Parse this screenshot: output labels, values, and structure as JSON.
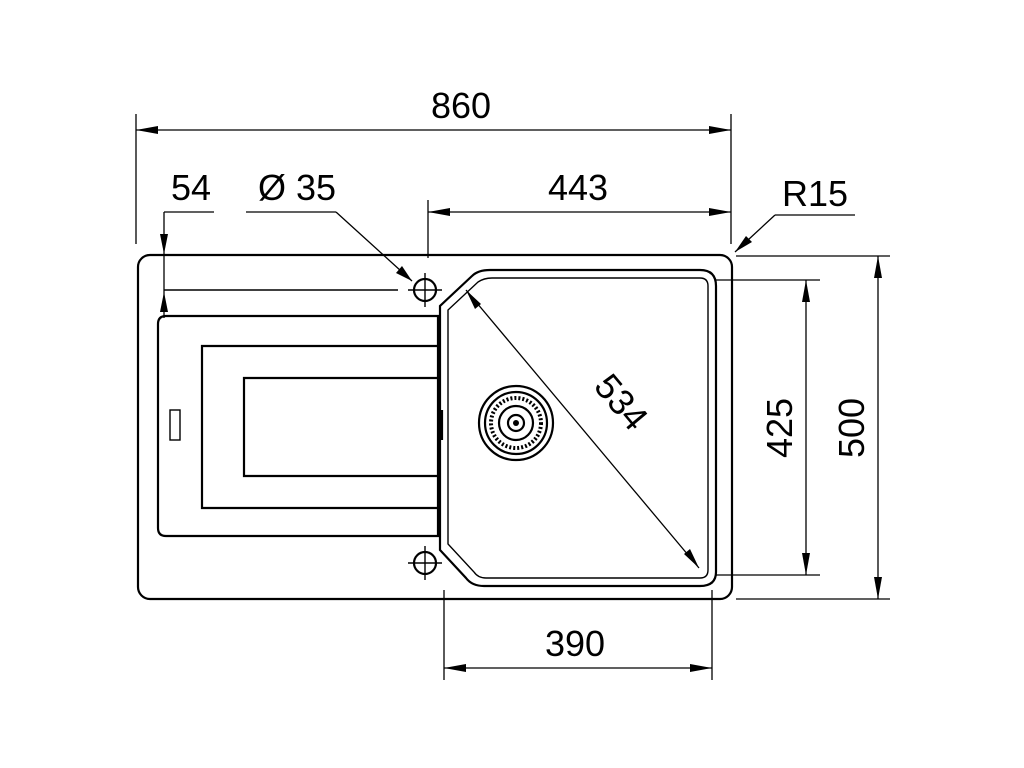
{
  "dimensions": {
    "overall_width": "860",
    "edge_to_hole": "54",
    "hole_diameter": "Ø 35",
    "bowl_offset": "443",
    "corner_radius": "R15",
    "bowl_diagonal": "534",
    "bowl_depth": "425",
    "overall_depth": "500",
    "bowl_width": "390"
  }
}
